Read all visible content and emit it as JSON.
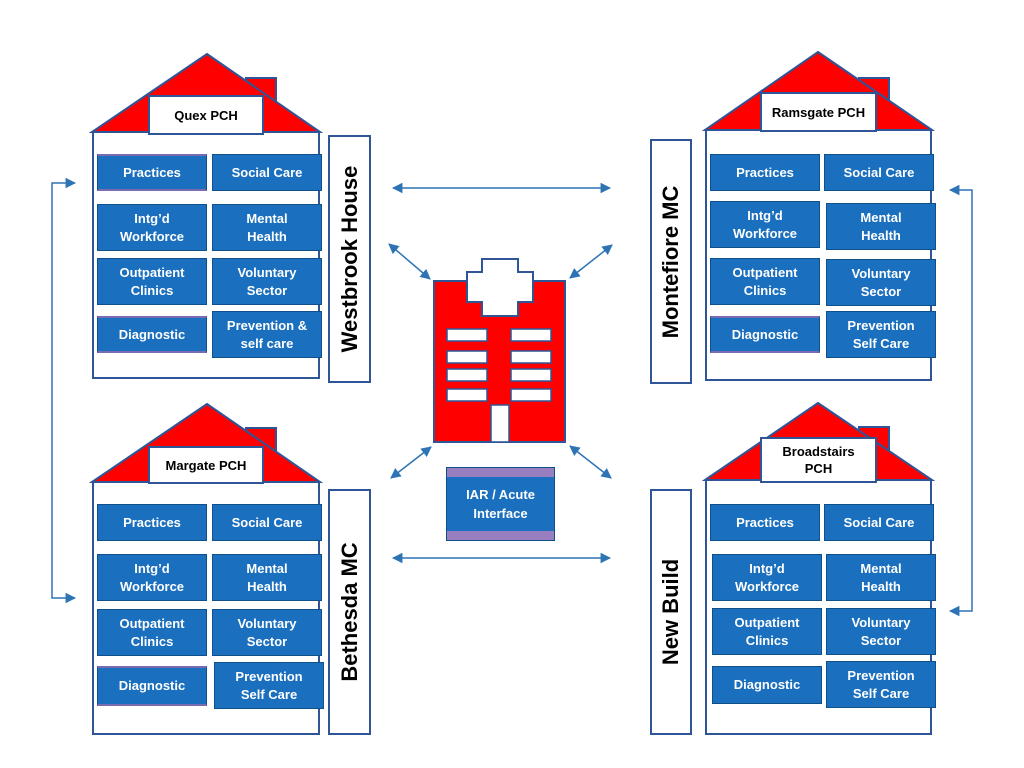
{
  "colors": {
    "roof": "#ff0000",
    "outline": "#2f5597",
    "tile_fill": "#1a6fbe",
    "tile_bar": "#7a6bb0",
    "connector": "#2e74b5"
  },
  "houses": {
    "quex": {
      "title": "Quex PCH",
      "tiles": [
        "Practices",
        "Social Care",
        "Intg’d\nWorkforce",
        "Mental\nHealth",
        "Outpatient\nClinics",
        "Voluntary\nSector",
        "Diagnostic",
        "Prevention &\nself care"
      ]
    },
    "ramsgate": {
      "title": "Ramsgate PCH",
      "tiles": [
        "Practices",
        "Social Care",
        "Intg’d\nWorkforce",
        "Mental\nHealth",
        "Outpatient\nClinics",
        "Voluntary\nSector",
        "Diagnostic",
        "Prevention\nSelf Care"
      ]
    },
    "margate": {
      "title": "Margate PCH",
      "tiles": [
        "Practices",
        "Social Care",
        "Intg’d\nWorkforce",
        "Mental\nHealth",
        "Outpatient\nClinics",
        "Voluntary\nSector",
        "Diagnostic",
        "Prevention\nSelf Care"
      ]
    },
    "broadstairs": {
      "title": "Broadstairs\nPCH",
      "tiles": [
        "Practices",
        "Social Care",
        "Intg’d\nWorkforce",
        "Mental\nHealth",
        "Outpatient\nClinics",
        "Voluntary\nSector",
        "Diagnostic",
        "Prevention\nSelf Care"
      ]
    }
  },
  "side_labels": {
    "westbrook": "Westbrook House",
    "montefiore": "Montefiore MC",
    "bethesda": "Bethesda MC",
    "new_build": "New Build"
  },
  "center": {
    "hospital_icon": "hospital-icon",
    "iar_label": "IAR / Acute\nInterface"
  }
}
